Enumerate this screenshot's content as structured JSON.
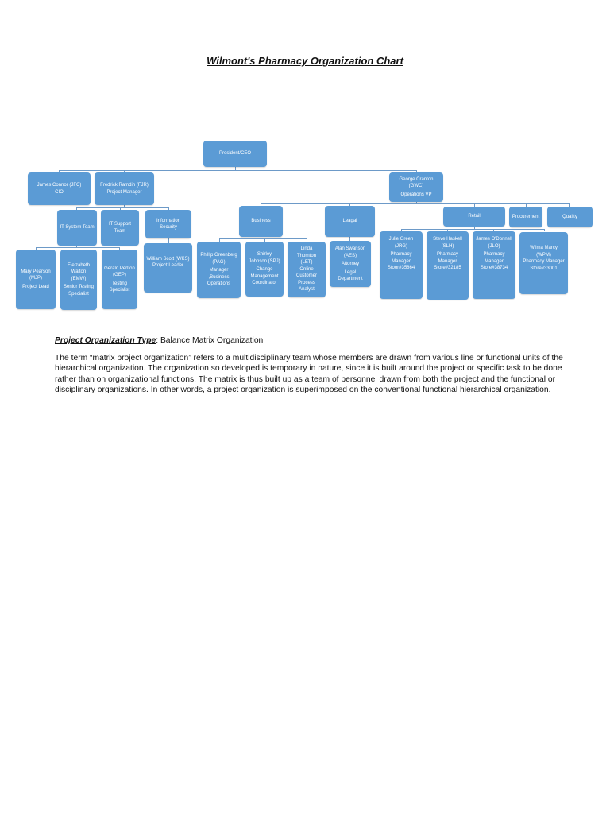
{
  "document": {
    "title": "Wilmont's Pharmacy Organization Chart"
  },
  "org_chart": {
    "ceo": {
      "name": "President/CEO"
    },
    "level1": {
      "cio": {
        "name": "James Connor (JFC)",
        "role": "CIO"
      },
      "pm": {
        "name": "Fredrick Ramdin (FJR)",
        "role": "Project Manager"
      },
      "ops": {
        "name": "George Cranton (GWC)",
        "role": "Operations VP"
      }
    },
    "pm_teams": {
      "it_system": "IT System Team",
      "it_support": "IT Support Team",
      "info_sec": "Information Security"
    },
    "it_system_members": [
      {
        "name": "Mary Pearson (MJP)",
        "role": "Project Lead"
      },
      {
        "name": "Eleizabeth Walton (EMW)",
        "role": "Senior Testing Specialist"
      },
      {
        "name": "Gerald Perlton (GEP)",
        "role": "Testing Specialist"
      }
    ],
    "info_sec_member": {
      "name": "William Scott (WKS)",
      "role": "Project Leader"
    },
    "ops_departments": {
      "business": "Business",
      "legal": "Leagal",
      "retail": "Retail",
      "procurement": "Procurement",
      "quality": "Quality"
    },
    "business_members": [
      {
        "name": "Phillip Greenberg (PAG)",
        "role": "Manager ,Business Operations"
      },
      {
        "name": "Shirley Johnson (SPJ)",
        "role": "Change Management Coordinator"
      },
      {
        "name": "Linda Thornton (LET)",
        "role": "Online Customer Process Analyst"
      }
    ],
    "legal_member": {
      "name": "Alan Swanson (AES)",
      "role": "Attorney",
      "dept": "Legal Department"
    },
    "retail_members": [
      {
        "name": "Julie Green (JRG)",
        "role": "Pharmacy Manager",
        "store": "Stoor#35864"
      },
      {
        "name": "Steve Haskell (SLH)",
        "role": "Pharmacy Manager",
        "store": "Store#32185"
      },
      {
        "name": "James O'Donnell (JLO)",
        "role": "Pharmacy Manager",
        "store": "Store#38734"
      },
      {
        "name": "Wilma Marcy (WPM)",
        "role": "Pharmacy Manager",
        "store": "Store#33001"
      }
    ],
    "colors": {
      "box": "#5b9bd5",
      "line": "#6d9ac8",
      "text": "#ffffff"
    }
  },
  "project_section": {
    "label": "Project Organization Type",
    "value": ": Balance Matrix Organization",
    "paragraph": "The term “matrix project organization” refers to a multidisciplinary team whose members are drawn from various line or functional units of the hierarchical organization. The organization so developed is temporary in nature, since it is built around the project or specific task to be done rather than on organizational functions. The matrix is thus built up as a team of personnel drawn from both the project and the functional or disciplinary organizations. In other words, a project organization is superimposed on the conventional functional hierarchical organization."
  }
}
